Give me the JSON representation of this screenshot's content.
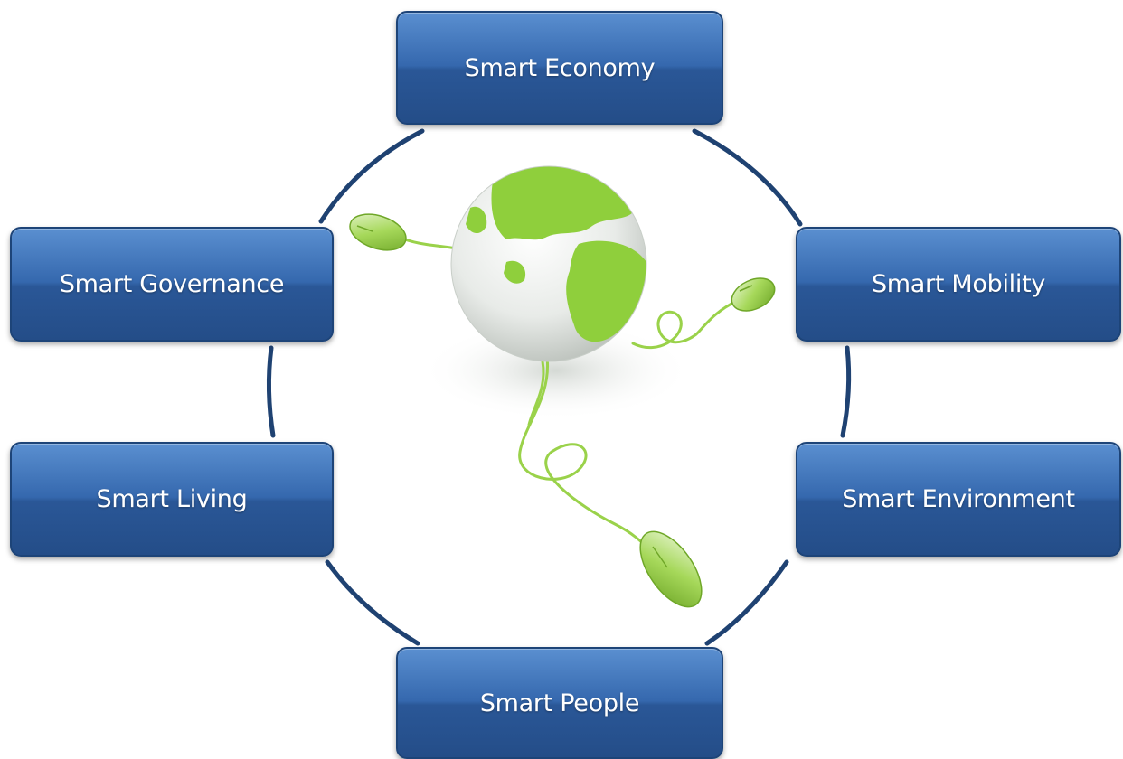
{
  "nodes": {
    "economy": "Smart Economy",
    "governance": "Smart Governance",
    "mobility": "Smart Mobility",
    "living": "Smart Living",
    "environment": "Smart Environment",
    "people": "Smart People"
  },
  "center_image": "green-globe-with-computer-mice-icon",
  "colors": {
    "box_top": "#5a8fd0",
    "box_bottom": "#244d88",
    "ring": "#1f4272",
    "globe_green": "#8fcf3c",
    "globe_white": "#f2f4f2",
    "cable": "#9ad24a"
  }
}
